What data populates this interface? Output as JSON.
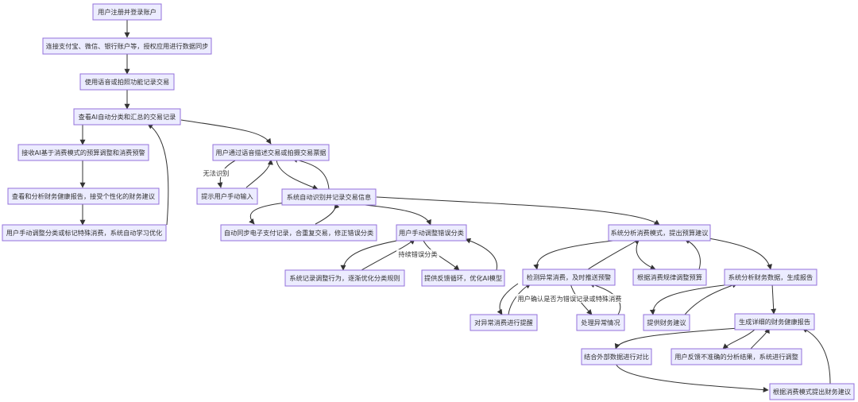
{
  "nodes": {
    "n1": "用户注册并登录账户",
    "n2": "连接支付宝、微信、银行账户等，授权应用进行数据同步",
    "n3": "使用语音或拍照功能记录交易",
    "n4": "查看AI自动分类和汇总的交易记录",
    "n5": "接收AI基于消费模式的预算调整和消费预警",
    "n6": "查看和分析财务健康报告，接受个性化的财务建议",
    "n7": "用户手动调整分类或标记特殊消费，系统自动学习优化",
    "n8": "用户通过语音描述交易或拍摄交易票据",
    "n9": "提示用户手动输入",
    "n10": "系统自动识别并记录交易信息",
    "n11": "自动同步电子支付记录，合重复交易，修正错误分类",
    "n12": "用户手动调整错误分类",
    "n13": "系统记录调整行为，逐渐优化分类规则",
    "n14": "提供反馈循环，优化AI模型",
    "n15": "系统分析消费模式，提出预算建议",
    "n16": "检测异常消费，及时推送预警",
    "n17": "对异常消费进行提醒",
    "n18": "处理异常情况",
    "n19": "根据消费规律调整预算",
    "n20": "系统分析财务数据，生成报告",
    "n21": "提供财务建议",
    "n22": "生成详细的财务健康报告",
    "n23": "结合外部数据进行对比",
    "n24": "用户反馈不准确的分析结果，系统进行调整",
    "n25": "根据消费模式提出财务建议"
  },
  "edge_labels": {
    "e_unrecognized": "无法识别",
    "e_persistent_error": "持续错误分类",
    "e_user_confirm": "用户确认是否为错误记录或特殊消费"
  }
}
